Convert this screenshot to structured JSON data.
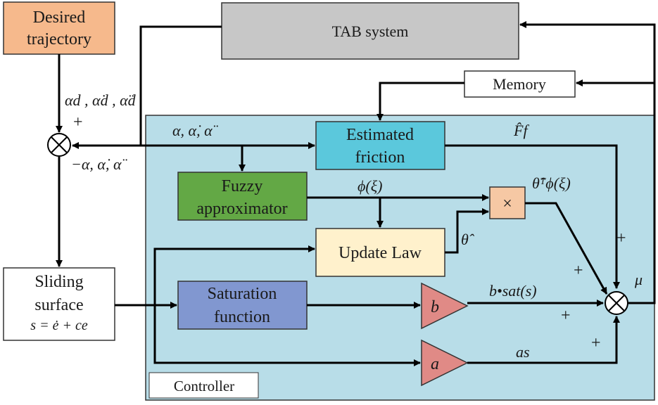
{
  "blocks": {
    "desired_trajectory": {
      "line1": "Desired",
      "line2": "trajectory"
    },
    "tab_system": {
      "label": "TAB system"
    },
    "memory": {
      "label": "Memory"
    },
    "estimated_friction": {
      "line1": "Estimated",
      "line2": "friction"
    },
    "fuzzy_approximator": {
      "line1": "Fuzzy",
      "line2": "approximator"
    },
    "update_law": {
      "label": "Update Law"
    },
    "sliding_surface": {
      "line1": "Sliding",
      "line2": "surface",
      "equation": "s = ė + ce"
    },
    "saturation_function": {
      "line1": "Saturation",
      "line2": "function"
    },
    "gain_b": {
      "label": "b"
    },
    "gain_a": {
      "label": "a"
    },
    "multiplier": {
      "symbol": "×"
    },
    "controller": {
      "label": "Controller"
    }
  },
  "signals": {
    "desired": "αd , α̇d , α̈d",
    "feedback": "α, α̇, α̈",
    "negative_feedback": "−α, α̇, α̈",
    "estimated_friction_out": "F̂f",
    "phi": "ϕ(ξ)",
    "theta_hat": "θ̂",
    "theta_phi": "θ̂ᵀϕ(ξ)",
    "b_sat": "b•sat(s)",
    "as": "as",
    "mu": "μ"
  },
  "signs": {
    "plus": "+"
  },
  "colors": {
    "desired_trajectory": "#f6b98c",
    "tab_system": "#c7c7c7",
    "controller": "#b8dde8",
    "estimated_friction": "#5bc8dc",
    "fuzzy_approximator": "#63a845",
    "update_law": "#fff1cc",
    "saturation_function": "#8197d0",
    "gain": "#e08a86",
    "multiplier": "#f6c8a4"
  }
}
